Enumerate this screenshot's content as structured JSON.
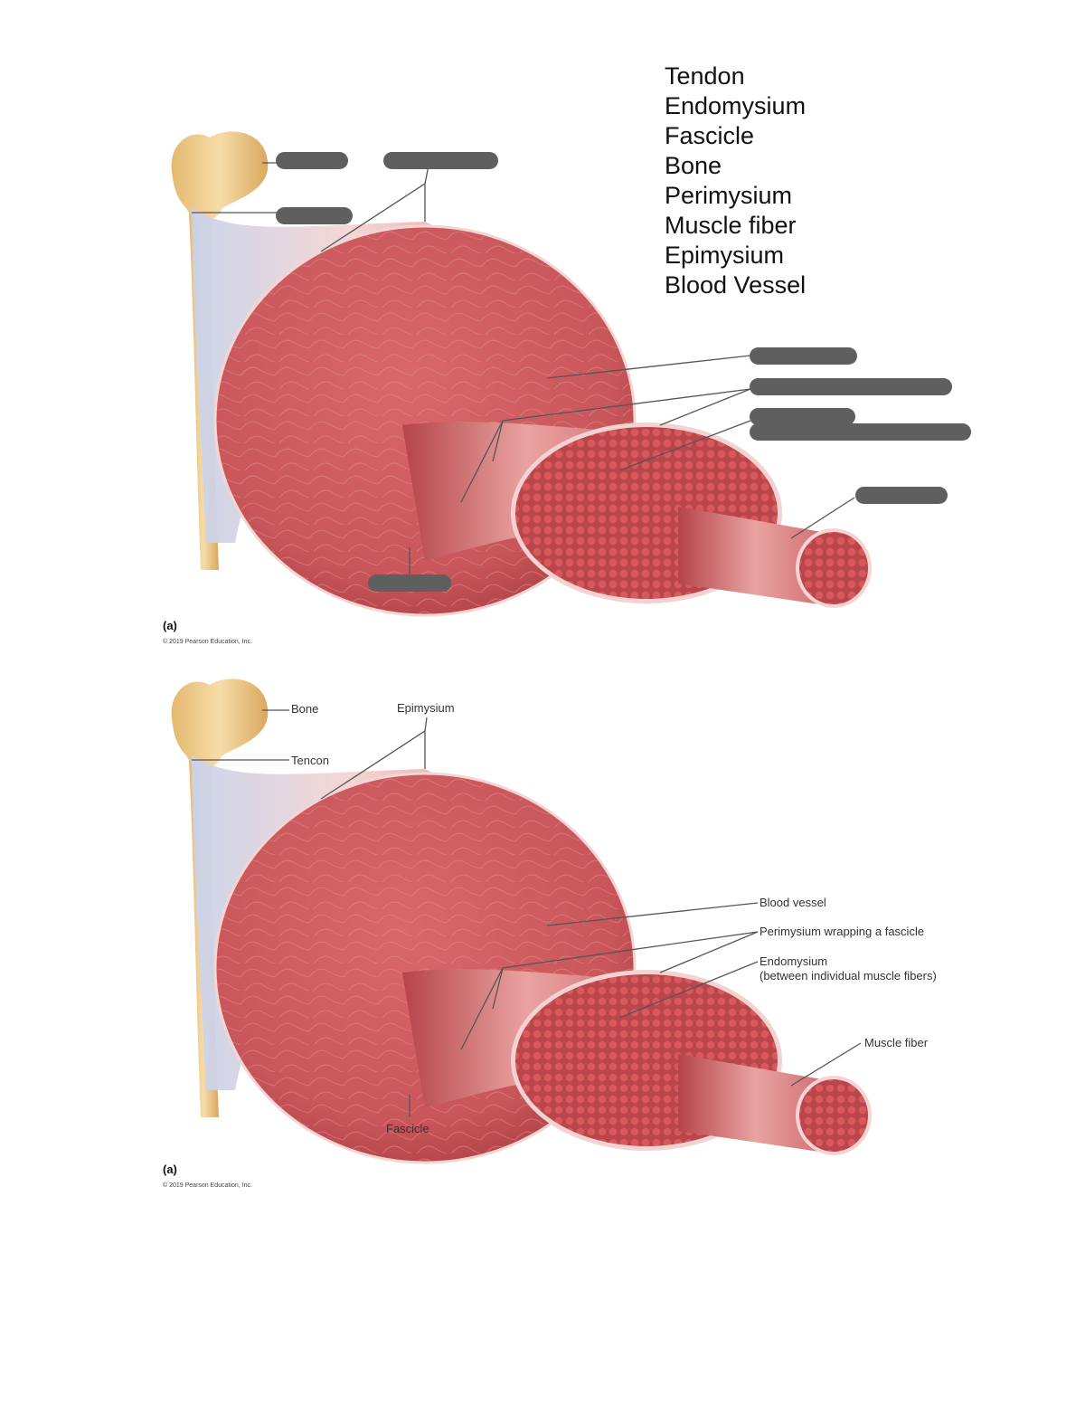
{
  "word_bank": [
    "Tendon",
    "Endomysium",
    "Fascicle",
    "Bone",
    "Perimysium",
    "Muscle fiber",
    "Epimysium",
    "Blood Vessel"
  ],
  "labels": {
    "bone": "Bone",
    "tendon": "Tencon",
    "epimysium": "Epimysium",
    "blood_vessel": "Blood vessel",
    "perimysium": "Perimysium wrapping a fascicle",
    "endomysium_line1": "Endomysium",
    "endomysium_line2": "(between individual muscle fibers)",
    "muscle_fiber": "Muscle fiber",
    "fascicle": "Fascicle"
  },
  "figure": {
    "tag": "(a)",
    "copyright": "© 2019 Pearson Education, Inc."
  },
  "colors": {
    "muscle": "#c9565a",
    "muscle_dark": "#a83b40",
    "sheath": "#f1c6c4",
    "bone": "#f0cc8e",
    "blank_box": "#5f5f5f"
  }
}
